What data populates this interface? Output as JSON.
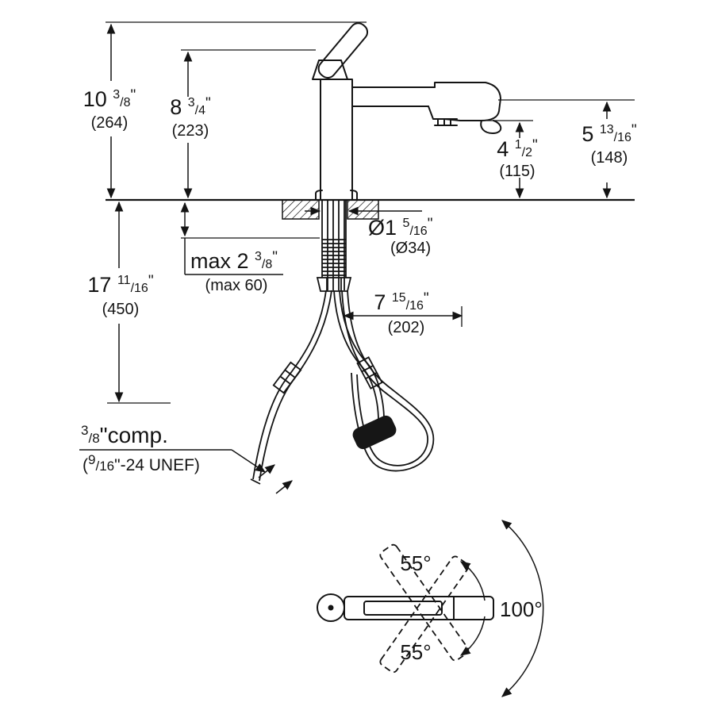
{
  "diagram": {
    "frac_slash": "/",
    "dims": {
      "total_height": {
        "whole": "10",
        "num": "3",
        "den": "8",
        "unit": "\"",
        "metric": "(264)"
      },
      "body_height": {
        "whole": "8",
        "num": "3",
        "den": "4",
        "unit": "\"",
        "metric": "(223)"
      },
      "outlet_height": {
        "whole": "4",
        "num": "1",
        "den": "2",
        "unit": "\"",
        "metric": "(115)"
      },
      "spout_height": {
        "whole": "5",
        "num": "13",
        "den": "16",
        "unit": "\"",
        "metric": "(148)"
      },
      "depth_below": {
        "whole": "17",
        "num": "11",
        "den": "16",
        "unit": "\"",
        "metric": "(450)"
      },
      "max_thickness": {
        "prefix": "max ",
        "whole": "2",
        "num": "3",
        "den": "8",
        "unit": "\"",
        "metric": "(max 60)"
      },
      "hole_diameter": {
        "whole": "Ø1",
        "num": "5",
        "den": "16",
        "unit": "\"",
        "metric": "(Ø34)"
      },
      "hose_length": {
        "whole": "7",
        "num": "15",
        "den": "16",
        "unit": "\"",
        "metric": "(202)"
      },
      "connection": {
        "num": "3",
        "den": "8",
        "rest": "\"comp.",
        "l2_open": "(",
        "l2_num": "9",
        "l2_den": "16",
        "l2_rest": "\"-24 UNEF)"
      }
    },
    "angles": {
      "swivel_up": "55°",
      "swivel_down": "55°",
      "swivel_total": "100°"
    }
  }
}
